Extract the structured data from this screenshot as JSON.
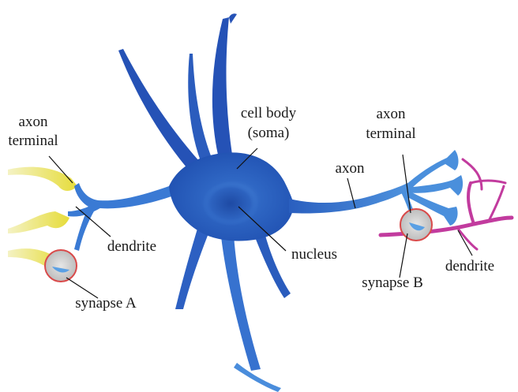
{
  "diagram": {
    "labels": {
      "axon_terminal_left_line1": "axon",
      "axon_terminal_left_line2": "terminal",
      "dendrite_left": "dendrite",
      "synapse_a": "synapse A",
      "cell_body_line1": "cell body",
      "cell_body_line2": "(soma)",
      "nucleus": "nucleus",
      "axon": "axon",
      "axon_terminal_right_line1": "axon",
      "axon_terminal_right_line2": "terminal",
      "synapse_b": "synapse B",
      "dendrite_right": "dendrite"
    },
    "colors": {
      "neuron_dark": "#1f4fb0",
      "neuron_mid": "#3a76d0",
      "neuron_light": "#5aa0e4",
      "incoming_terminal": "#e8e04a",
      "incoming_terminal_light": "#f2efb0",
      "next_dendrite": "#c23b9e",
      "synapse_ring": "#d94a4a"
    }
  }
}
